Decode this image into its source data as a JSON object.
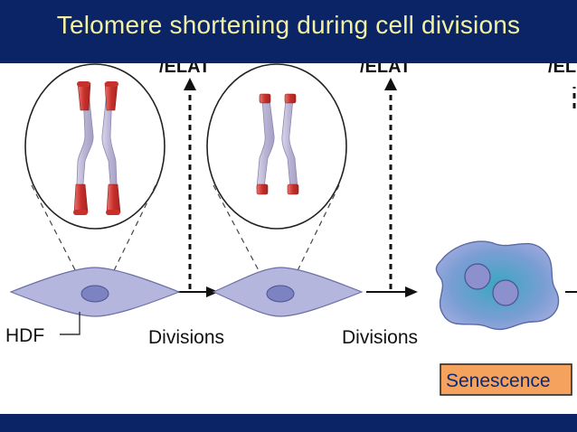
{
  "slide": {
    "title": "Telomere shortening during cell divisions"
  },
  "labels": {
    "hdf": "HDF",
    "divisions_1": "Divisions",
    "divisions_2": "Divisions",
    "senescence": "Senescence"
  },
  "colors": {
    "title_bar": "#0a2466",
    "title_text": "#f2f2a0",
    "chromosome_body": "#b9b3d3",
    "telomere": "#c8302c",
    "cell_fill": "#b4b6dd",
    "senescent_fill": "#44a9c4",
    "senescence_box": "#f4a25e"
  },
  "icons": {
    "arrows": "dashed-arrow-up"
  }
}
